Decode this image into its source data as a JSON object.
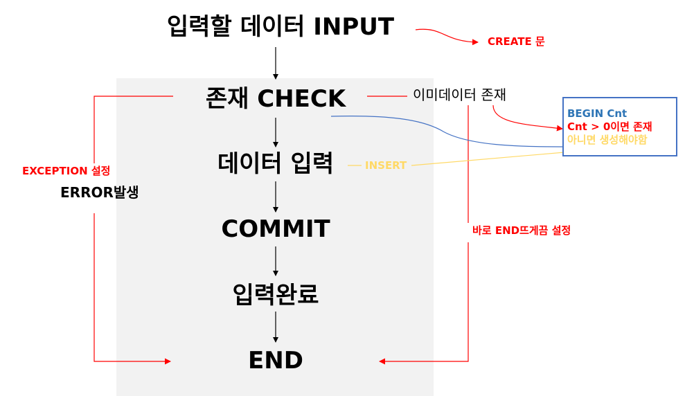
{
  "colors": {
    "red": "#ff0000",
    "blue": "#4472c4",
    "yellow": "#ffd966",
    "black": "#000000",
    "panel": "#f2f2f2"
  },
  "flow": {
    "input": "입력할 데이터 INPUT",
    "check": "존재 CHECK",
    "insert": "데이터 입력",
    "commit": "COMMIT",
    "complete": "입력완료",
    "end": "END"
  },
  "annotations": {
    "create": "CREATE 문",
    "exists_note": "이미데이터 존재",
    "exception": "EXCEPTION 설정",
    "error": "ERROR발생",
    "insert_label": "INSERT",
    "end_direct": "바로 END뜨게끔 설정"
  },
  "note_box": {
    "line1": "BEGIN Cnt",
    "line2": "Cnt > 0이면 존재",
    "line3": "아니면 생성해야함"
  }
}
